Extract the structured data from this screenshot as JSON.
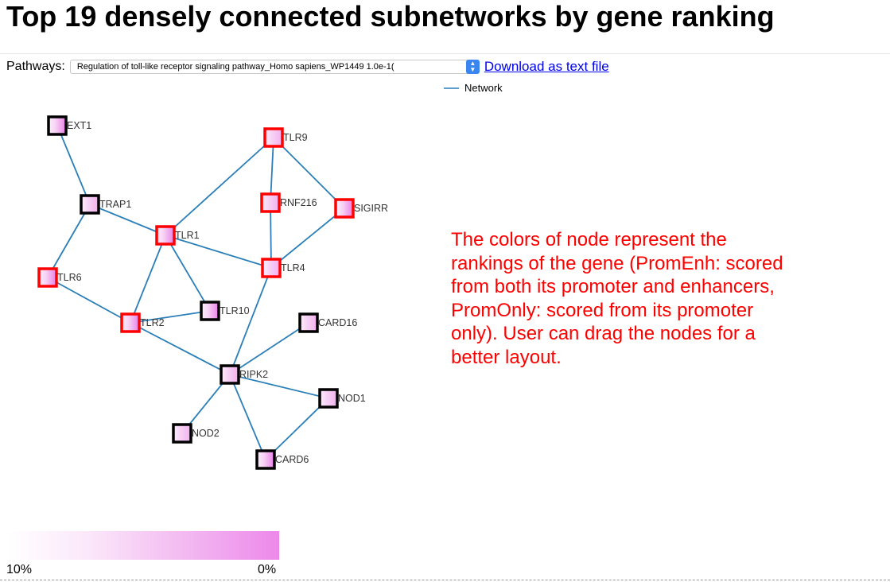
{
  "header": {
    "title": "Top 19 densely connected subnetworks by gene ranking"
  },
  "controls": {
    "pathways_label": "Pathways:",
    "selected_pathway": "Regulation of toll-like receptor signaling pathway_Homo sapiens_WP1449 1.0e-1(",
    "download_label": "Download as text file"
  },
  "legend": {
    "network_label": "Network"
  },
  "network": {
    "edge_color": "#2a7fb8",
    "nodes": [
      {
        "id": "EXT1",
        "border": "black",
        "rank_pct": 2
      },
      {
        "id": "TRAP1",
        "border": "black",
        "rank_pct": 10
      },
      {
        "id": "TLR9",
        "border": "red",
        "rank_pct": 10
      },
      {
        "id": "RNF216",
        "border": "red",
        "rank_pct": 10
      },
      {
        "id": "SIGIRR",
        "border": "red",
        "rank_pct": 4
      },
      {
        "id": "TLR1",
        "border": "red",
        "rank_pct": 4
      },
      {
        "id": "TLR4",
        "border": "red",
        "rank_pct": 6
      },
      {
        "id": "TLR6",
        "border": "red",
        "rank_pct": 1
      },
      {
        "id": "TLR10",
        "border": "black",
        "rank_pct": 1
      },
      {
        "id": "TLR2",
        "border": "red",
        "rank_pct": 4
      },
      {
        "id": "CARD16",
        "border": "black",
        "rank_pct": 10
      },
      {
        "id": "RIPK2",
        "border": "black",
        "rank_pct": 10
      },
      {
        "id": "NOD1",
        "border": "black",
        "rank_pct": 10
      },
      {
        "id": "NOD2",
        "border": "black",
        "rank_pct": 5
      },
      {
        "id": "CARD6",
        "border": "black",
        "rank_pct": 1
      }
    ],
    "edges": [
      [
        "EXT1",
        "TRAP1"
      ],
      [
        "TRAP1",
        "TLR6"
      ],
      [
        "TRAP1",
        "TLR1"
      ],
      [
        "TLR1",
        "TLR9"
      ],
      [
        "TLR1",
        "TLR4"
      ],
      [
        "TLR1",
        "TLR2"
      ],
      [
        "TLR1",
        "TLR10"
      ],
      [
        "TLR9",
        "RNF216"
      ],
      [
        "TLR9",
        "SIGIRR"
      ],
      [
        "RNF216",
        "TLR4"
      ],
      [
        "SIGIRR",
        "TLR4"
      ],
      [
        "TLR6",
        "TLR2"
      ],
      [
        "TLR2",
        "TLR10"
      ],
      [
        "TLR2",
        "RIPK2"
      ],
      [
        "TLR4",
        "RIPK2"
      ],
      [
        "RIPK2",
        "CARD16"
      ],
      [
        "RIPK2",
        "NOD1"
      ],
      [
        "RIPK2",
        "NOD2"
      ],
      [
        "RIPK2",
        "CARD6"
      ],
      [
        "CARD6",
        "NOD1"
      ]
    ]
  },
  "annotation": "The colors of node represent the rankings of the gene (PromEnh: scored from both its promoter and enhancers, PromOnly: scored from its promoter only). User can drag the nodes for a better layout.",
  "scale": {
    "low_label": "10%",
    "high_label": "0%"
  },
  "colors": {
    "red_border": "#ff0000",
    "black_border": "#000000",
    "max_fill": "#ed88ea",
    "annotation": "#ff0000"
  }
}
